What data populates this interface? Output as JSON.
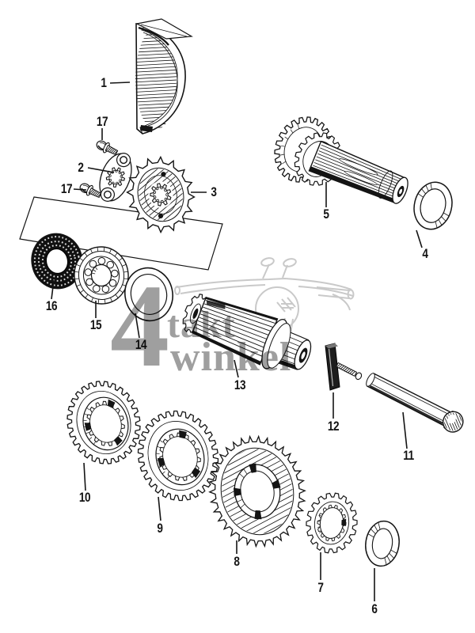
{
  "diagram": {
    "callouts": [
      {
        "part": "1"
      },
      {
        "part": "17"
      },
      {
        "part": "2"
      },
      {
        "part": "17"
      },
      {
        "part": "3"
      },
      {
        "part": "5"
      },
      {
        "part": "4"
      },
      {
        "part": "16"
      },
      {
        "part": "15"
      },
      {
        "part": "14"
      },
      {
        "part": "13"
      },
      {
        "part": "12"
      },
      {
        "part": "11"
      },
      {
        "part": "10"
      },
      {
        "part": "9"
      },
      {
        "part": "8"
      },
      {
        "part": "7"
      },
      {
        "part": "6"
      }
    ]
  },
  "watermark": {
    "numeral": "4",
    "word_top": "takt",
    "word_bottom": "winkel"
  },
  "colors": {
    "background": "#ffffff",
    "line": "#141414",
    "watermark_text": "#9f9f9f",
    "watermark_art": "#c9c9c9"
  }
}
